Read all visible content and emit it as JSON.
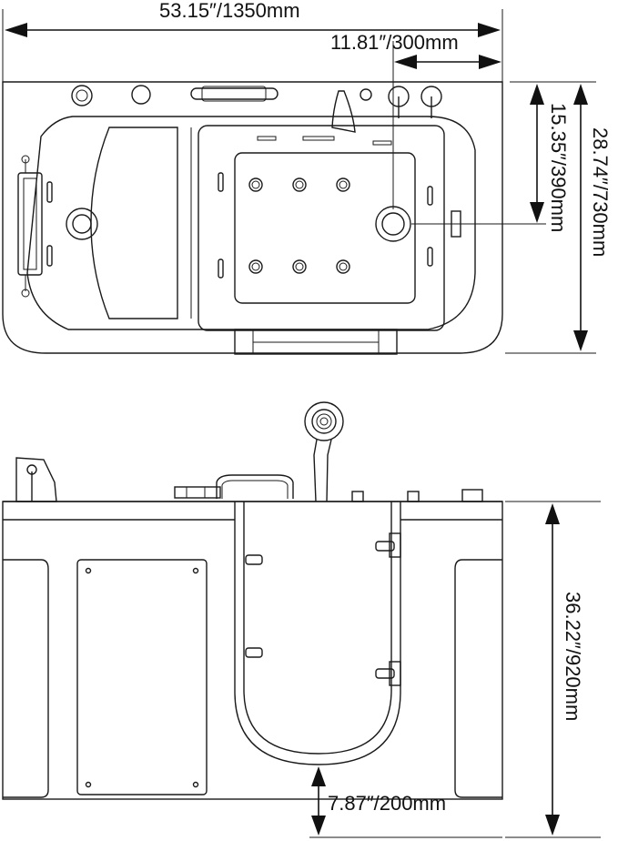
{
  "dimensions": {
    "overall_length": "53.15″/1350mm",
    "drain_offset": "11.81″/300mm",
    "drain_to_back": "15.35″/390mm",
    "overall_width": "28.74″/730mm",
    "overall_height": "36.22″/920mm",
    "step_height": "7.87″/200mm"
  }
}
